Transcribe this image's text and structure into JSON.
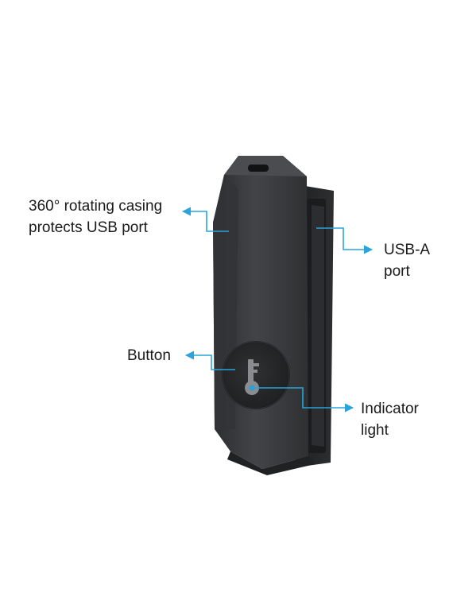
{
  "callouts": {
    "casing": {
      "line1": "360° rotating casing",
      "line2": "protects USB port"
    },
    "usb": {
      "line1": "USB-A",
      "line2": "port"
    },
    "button": {
      "label": "Button"
    },
    "indicator": {
      "line1": "Indicator",
      "line2": "light"
    }
  },
  "device": {
    "button_icon": "key-icon"
  },
  "colors": {
    "leader": "#2aa4db",
    "body": "#3b3d40",
    "body_dark": "#26282a",
    "text": "#1a1a1a"
  }
}
